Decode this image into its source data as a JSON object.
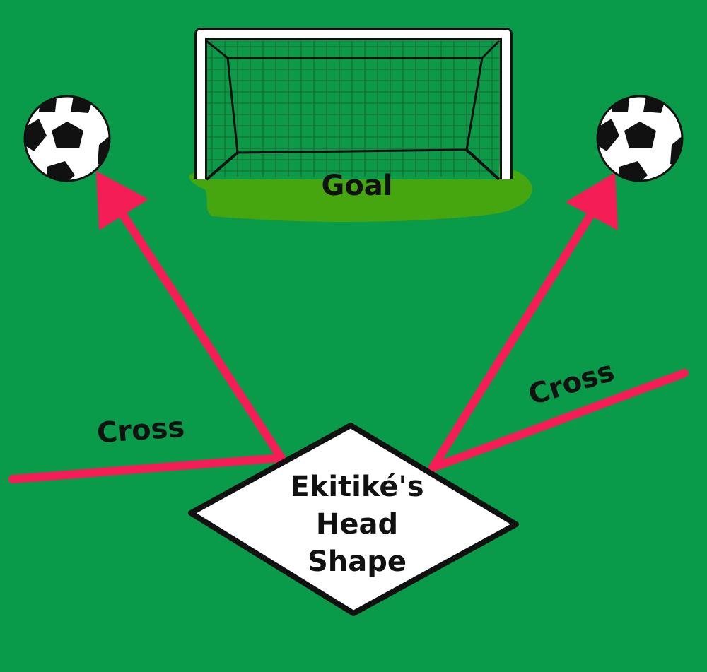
{
  "diagram": {
    "goal_label": "Goal",
    "cross_left_label": "Cross",
    "cross_right_label": "Cross",
    "head_lines": [
      "Ekitiké's",
      "Head",
      "Shape"
    ]
  },
  "colors": {
    "background": "#0a9b4a",
    "goal_turf": "#46a60f",
    "arrow": "#f41d55",
    "net_line": "#1d6b34",
    "diamond_fill": "#ffffff",
    "outline": "#111111"
  },
  "icons": {
    "ball_left": "soccer-ball-icon",
    "ball_right": "soccer-ball-icon",
    "goal": "goal-net-icon"
  }
}
